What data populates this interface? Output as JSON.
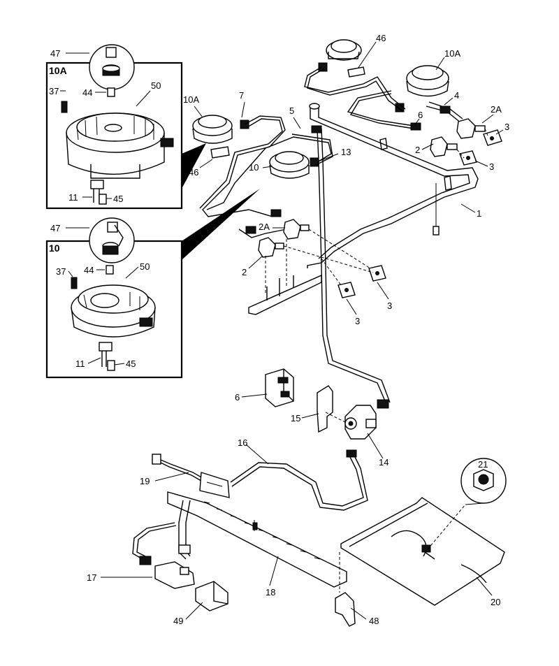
{
  "diagram": {
    "callouts": {
      "c47a": "47",
      "c10a_box": "10A",
      "c37a": "37",
      "c44a": "44",
      "c50a": "50",
      "c11a": "11",
      "c45a": "45",
      "c47b": "47",
      "c10_box": "10",
      "c37b": "37",
      "c44b": "44",
      "c50b": "50",
      "c11b": "11",
      "c45b": "45",
      "c46_top": "46",
      "c10a_top": "10A",
      "c4": "4",
      "c6_top": "6",
      "c2a_right": "2A",
      "c3_r1": "3",
      "c2_r": "2",
      "c3_r2": "3",
      "c1": "1",
      "c10a_mid": "10A",
      "c7": "7",
      "c5": "5",
      "c13": "13",
      "c10_mid": "10",
      "c46_mid": "46",
      "c2a_left": "2A",
      "c2_left": "2",
      "c3_l1": "3",
      "c3_l2": "3",
      "c6_low": "6",
      "c15": "15",
      "c14": "14",
      "c16": "16",
      "c19": "19",
      "c21": "21",
      "c17": "17",
      "c18": "18",
      "c20": "20",
      "c49": "49",
      "c48": "48"
    }
  }
}
